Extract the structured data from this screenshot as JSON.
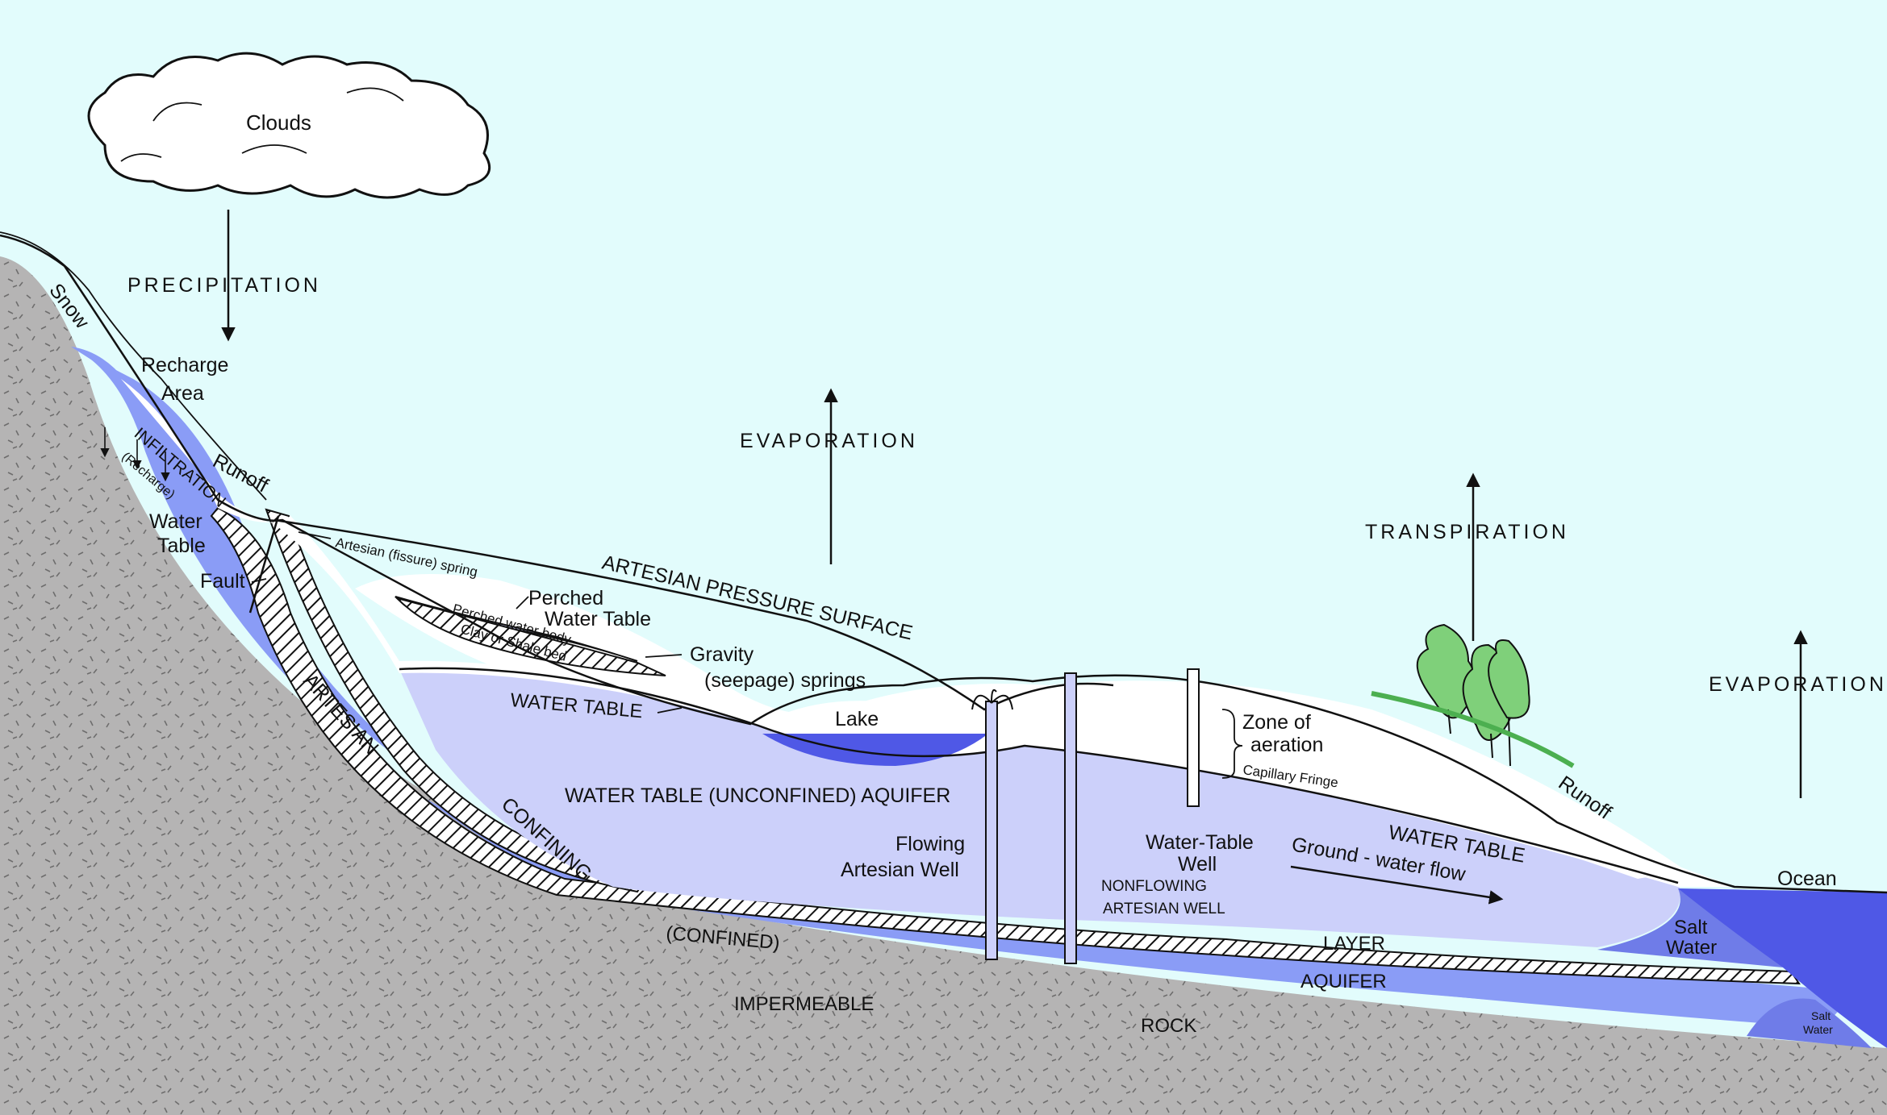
{
  "colors": {
    "sky": "#e2fcfc",
    "rock": "#b5b4b4",
    "artesian_aquifer": "#8a9cf6",
    "confining_layer_hatch": "#111111",
    "unconfined_aquifer": "#ccd0fa",
    "lake_ocean": "#4f58e6",
    "salt_water": "#6f7ce8",
    "trees": "#7fd07a"
  },
  "labels": {
    "clouds": "Clouds",
    "precipitation": "PRECIPITATION",
    "snow": "Snow",
    "recharge_area_1": "Recharge",
    "recharge_area_2": "Area",
    "runoff_left": "Runoff",
    "infiltration": "INFILTRATION",
    "recharge_paren": "(Recharge)",
    "water_table_left_1": "Water",
    "water_table_left_2": "Table",
    "fault": "Fault",
    "artesian_spring": "Artesian (fissure) spring",
    "artesian_pressure_surface": "ARTESIAN PRESSURE SURFACE",
    "evaporation_center": "EVAPORATION",
    "perched_water_table_1": "Perched",
    "perched_water_table_2": "Water Table",
    "perched_water_body": "Perched water body",
    "clay_shale_bed": "Clay or Shale bed",
    "gravity_springs_1": "Gravity",
    "gravity_springs_2": "(seepage) springs",
    "water_table_mid": "WATER TABLE",
    "lake": "Lake",
    "artesian": "ARTESIAN",
    "confining": "CONFINING",
    "unconfined_aquifer": "WATER TABLE (UNCONFINED) AQUIFER",
    "flowing_well_1": "Flowing",
    "flowing_well_2": "Artesian Well",
    "confined": "(CONFINED)",
    "impermeable": "IMPERMEABLE",
    "rock": "ROCK",
    "zone_aeration_1": "Zone of",
    "zone_aeration_2": "aeration",
    "capillary_fringe": "Capillary Fringe",
    "water_table_well_1": "Water-Table",
    "water_table_well_2": "Well",
    "nonflowing_1": "NONFLOWING",
    "nonflowing_2": "ARTESIAN WELL",
    "layer": "LAYER",
    "aquifer": "AQUIFER",
    "transpiration": "TRANSPIRATION",
    "water_table_right": "WATER TABLE",
    "groundwater_flow": "Ground - water flow",
    "runoff_right": "Runoff",
    "evaporation_right": "EVAPORATION",
    "ocean": "Ocean",
    "salt_water_1": "Salt",
    "salt_water_2": "Water",
    "salt_water_small_1": "Salt",
    "salt_water_small_2": "Water"
  }
}
